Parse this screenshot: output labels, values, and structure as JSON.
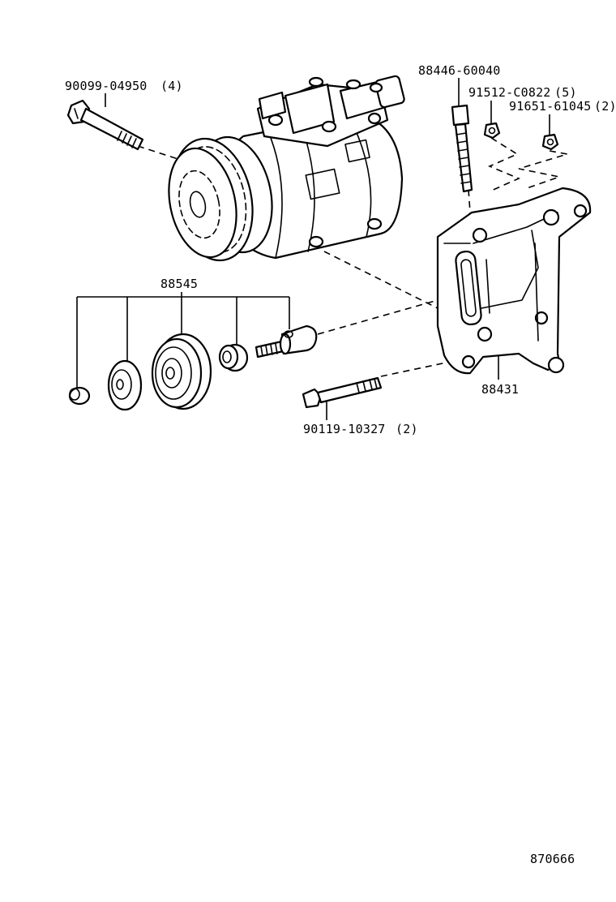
{
  "labels": {
    "bolt_compressor": "90099-04950",
    "bolt_compressor_qty": "(4)",
    "stud_bolt": "88446-60040",
    "nut_a": "91512-C0822",
    "nut_a_qty": "(5)",
    "nut_b": "91651-61045",
    "nut_b_qty": "(2)",
    "idler_pulley_assy": "88545",
    "bracket": "88431",
    "bolt_bracket": "90119-10327",
    "bolt_bracket_qty": "(2)",
    "figure_number": "870666"
  }
}
